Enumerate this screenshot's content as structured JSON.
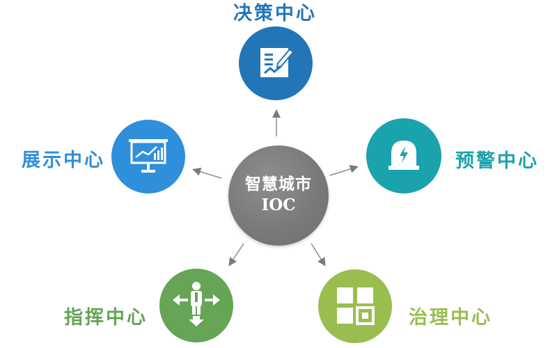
{
  "center": {
    "line1": "智慧城市",
    "line2": "IOC"
  },
  "nodes": {
    "decision": {
      "label": "决策中心",
      "color": "#2276b8",
      "icon": "edit-document-icon"
    },
    "warning": {
      "label": "预警中心",
      "color": "#1aa3ad",
      "icon": "alarm-lamp-icon"
    },
    "display": {
      "label": "展示中心",
      "color": "#2f8fdb",
      "icon": "presentation-board-icon"
    },
    "command": {
      "label": "指挥中心",
      "color": "#66a456",
      "icon": "person-arrows-icon"
    },
    "govern": {
      "label": "治理中心",
      "color": "#99be4f",
      "icon": "grid-squares-icon"
    }
  }
}
